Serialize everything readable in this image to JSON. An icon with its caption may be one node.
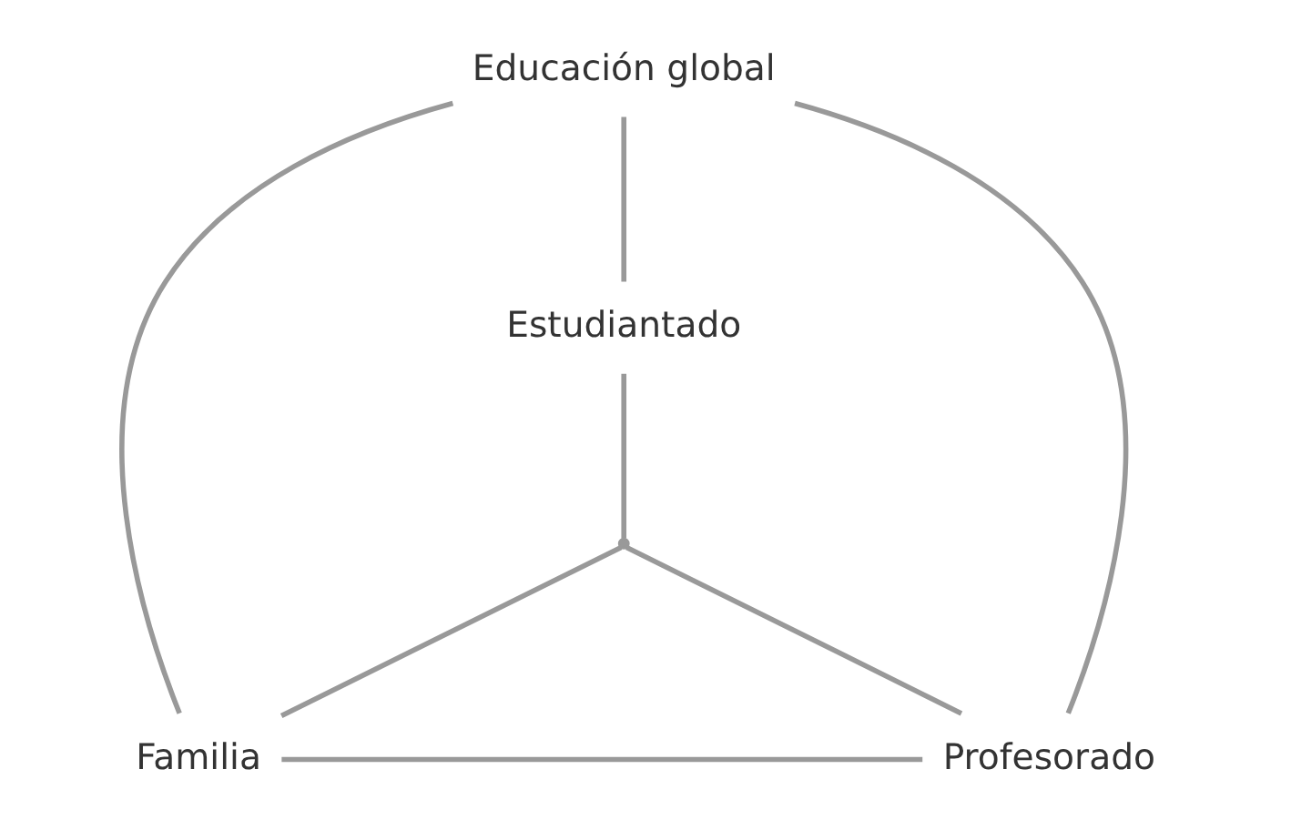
{
  "diagram": {
    "nodes": [
      {
        "text": [
          "Educación global"
        ]
      },
      {
        "text": [
          "Estudiantado"
        ]
      },
      {
        "text": [],
        "shape": "point"
      },
      {
        "text": [
          "Familia"
        ]
      },
      {
        "text": [
          "Profesorado"
        ]
      }
    ],
    "edges": [
      {
        "from": 0,
        "to": 3,
        "arrow": "none"
      },
      {
        "from": 0,
        "to": 4,
        "arrow": "none"
      },
      {
        "from": 3,
        "to": 4,
        "arrow": "none"
      },
      {
        "from": 0,
        "to": 1,
        "arrow": "none"
      },
      {
        "from": 1,
        "to": 2,
        "arrow": "none"
      },
      {
        "from": 2,
        "to": 3,
        "arrow": "none"
      },
      {
        "from": 2,
        "to": 4,
        "arrow": "none"
      }
    ]
  }
}
